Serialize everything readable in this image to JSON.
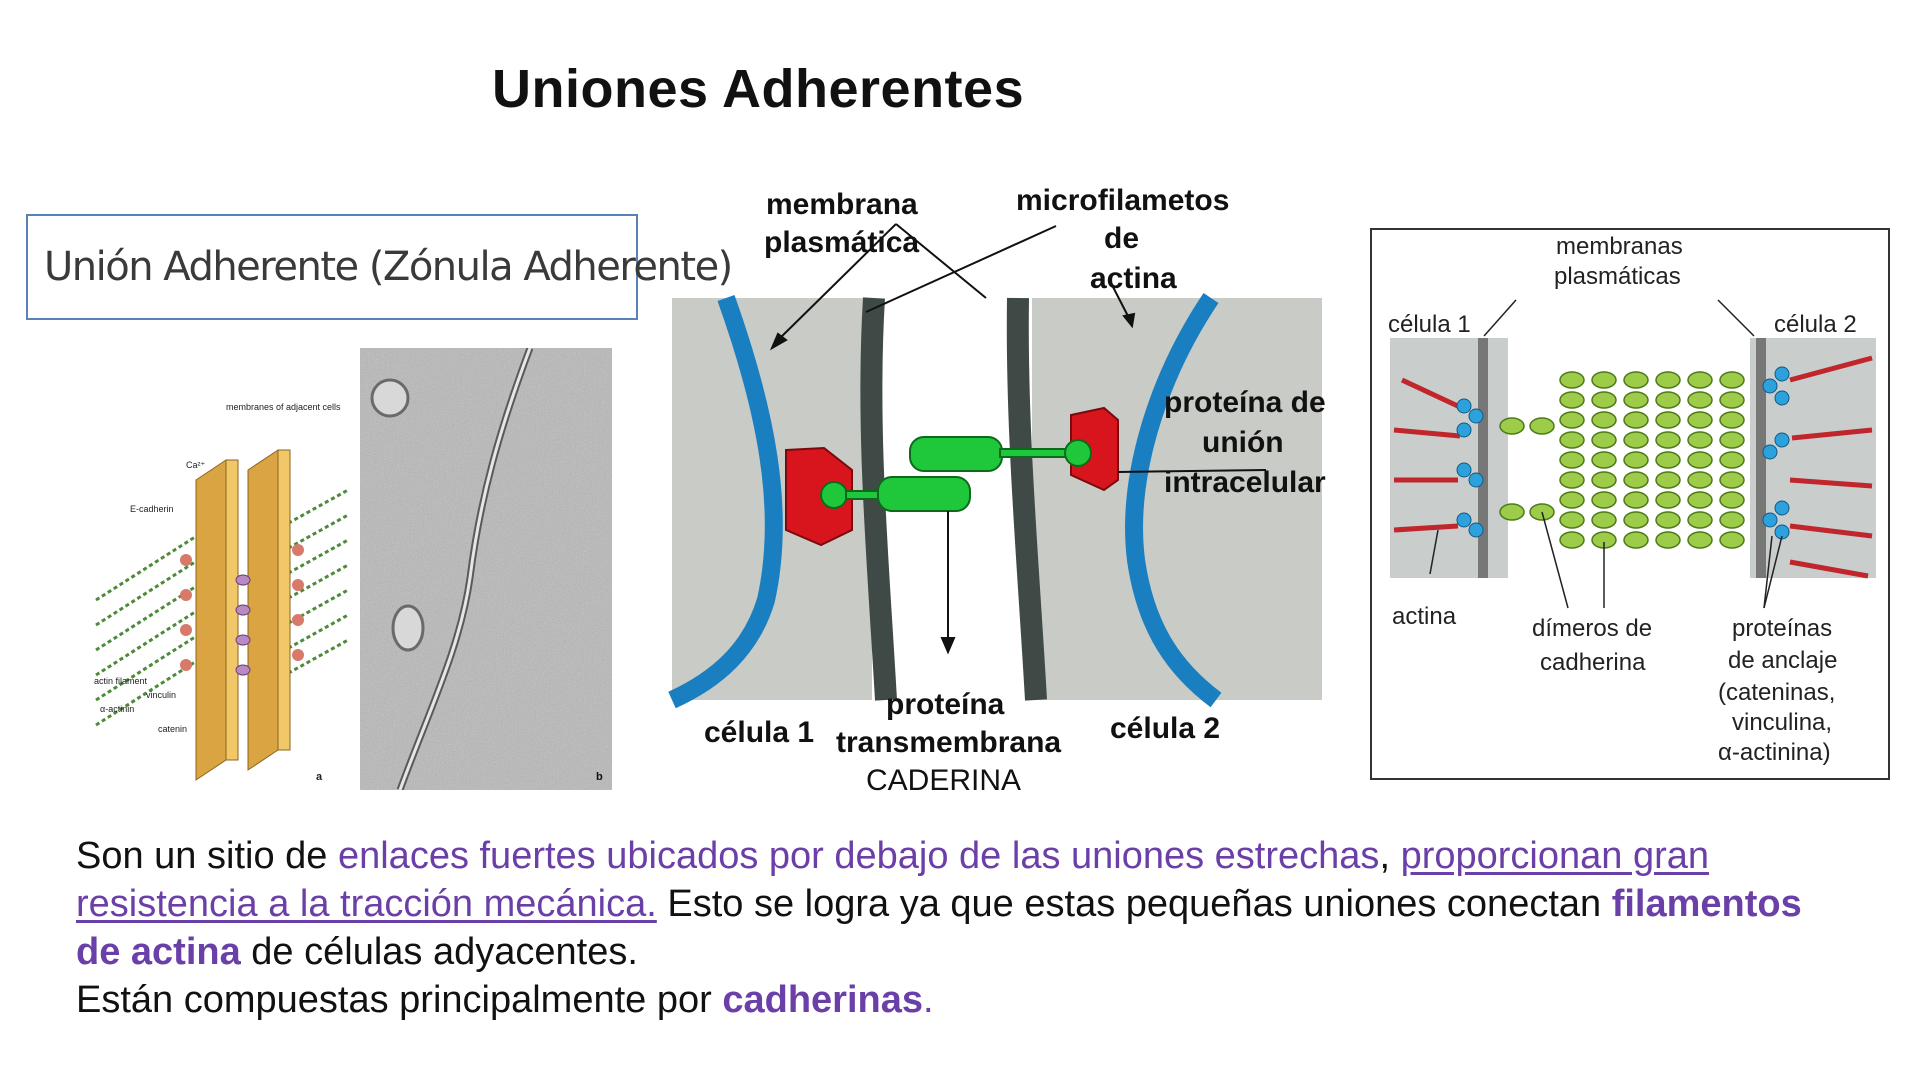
{
  "slide": {
    "title": "Uniones Adherentes",
    "caption_box": "Unión Adherente (Zónula Adherente)"
  },
  "diagram_a": {
    "labels": {
      "membranes": "membranes of adjacent cells",
      "calcium": "Ca²⁺",
      "ecadherin": "E-cadherin",
      "actin": "actin filament",
      "vinculin": "vinculin",
      "alpha_actinin": "α-actinin",
      "catenin": "catenin",
      "panel_a": "a",
      "panel_b": "b"
    }
  },
  "main_diagram": {
    "labels": {
      "membrana_1": "membrana",
      "membrana_2": "plasmática",
      "micro_1": "microfilametos",
      "micro_2": "de",
      "micro_3": "actina",
      "proteina_union_1": "proteína de",
      "proteina_union_2": "unión",
      "proteina_union_3": "intracelular",
      "celula_1": "célula 1",
      "celula_2": "célula 2",
      "transmem_1": "proteína",
      "transmem_2": "transmembrana",
      "caderina": "CADERINA"
    },
    "colors": {
      "membrane_blue": "#1a7fc0",
      "anchor_red": "#d8141c",
      "cadherin_green": "#1ec83a",
      "filament_dark": "#3f4a47",
      "cell_gray": "#c8cbc6"
    }
  },
  "right_diagram": {
    "labels": {
      "membranas_1": "membranas",
      "membranas_2": "plasmáticas",
      "celula_1": "célula 1",
      "celula_2": "célula 2",
      "actina": "actina",
      "dimeros_1": "dímeros de",
      "dimeros_2": "cadherina",
      "anclaje_1": "proteínas",
      "anclaje_2": "de anclaje",
      "anclaje_3": "(cateninas,",
      "anclaje_4": "vinculina,",
      "anclaje_5": "α-actinina)"
    }
  },
  "paragraph": {
    "p1_a": "Son un sitio de ",
    "p1_b": "enlaces fuertes ubicados por debajo de las uniones estrechas",
    "p1_c": ",  ",
    "p1_d": "proporcionan gran resistencia a la tracción mecánica.",
    "p1_e": " Esto se logra ya que estas pequeñas uniones  conectan ",
    "p1_f": "filamentos de actina",
    "p1_g": " de células adyacentes.",
    "p2_a": "Están compuestas principalmente por ",
    "p2_b": "cadherinas",
    "p2_c": "."
  }
}
